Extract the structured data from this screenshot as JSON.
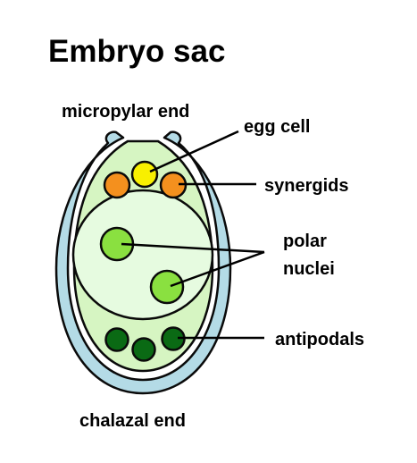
{
  "title": "Embryo sac",
  "labels": {
    "micropylar_end": "micropylar end",
    "chalazal_end": "chalazal end",
    "egg_cell": "egg cell",
    "synergids": "synergids",
    "polar_line1": "polar",
    "polar_line2": "nuclei",
    "antipodals": "antipodals"
  },
  "colors": {
    "integument": "#b4dbe6",
    "outline": "#0a0a0a",
    "sac_fill": "#d6f5c2",
    "central_cell": "#e6fbe0",
    "egg_cell": "#f8f000",
    "synergids": "#f4901e",
    "polar_nuclei": "#8ae040",
    "antipodals": "#0a6a14",
    "leader_line": "#000000"
  }
}
